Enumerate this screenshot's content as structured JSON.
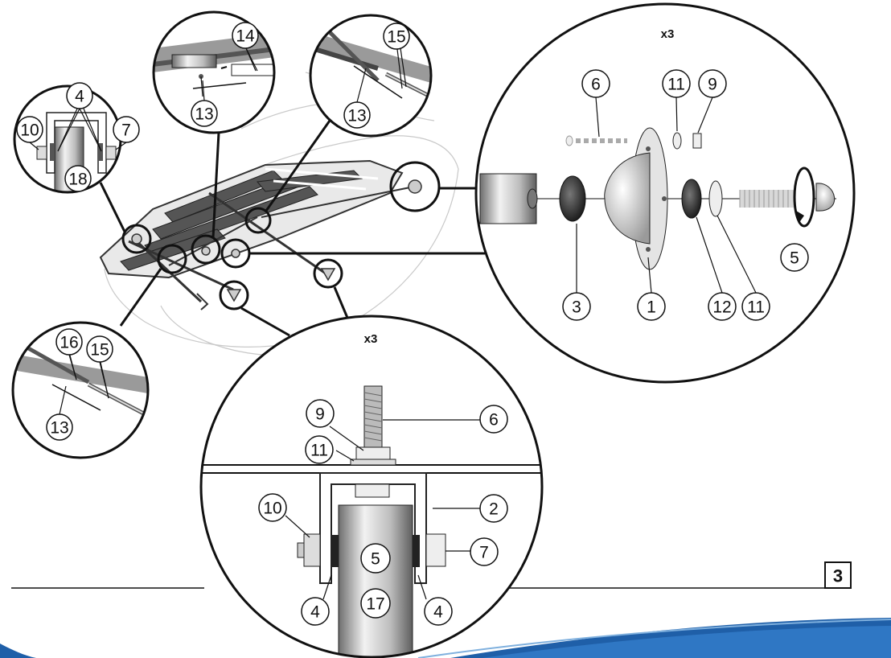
{
  "diagram": {
    "page_number": "3",
    "multipliers": {
      "right_detail": "x3",
      "bottom_detail": "x3"
    },
    "callouts": {
      "topleft_a": "4",
      "topleft_b": "10",
      "topleft_c": "7",
      "topleft_d": "18",
      "topmid_a": "14",
      "topmid_b": "13",
      "topright_a": "15",
      "topright_b": "13",
      "left_a": "16",
      "left_b": "15",
      "left_c": "13",
      "right_6": "6",
      "right_11a": "11",
      "right_9": "9",
      "right_5": "5",
      "right_3": "3",
      "right_1": "1",
      "right_12": "12",
      "right_11b": "11",
      "bottom_9": "9",
      "bottom_6": "6",
      "bottom_11": "11",
      "bottom_10": "10",
      "bottom_2": "2",
      "bottom_7": "7",
      "bottom_5": "5",
      "bottom_17": "17",
      "bottom_4a": "4",
      "bottom_4b": "4"
    },
    "colors": {
      "ink": "#111111",
      "wave_blue": "#1f5fa8",
      "wave_light": "#7fb0de"
    }
  }
}
